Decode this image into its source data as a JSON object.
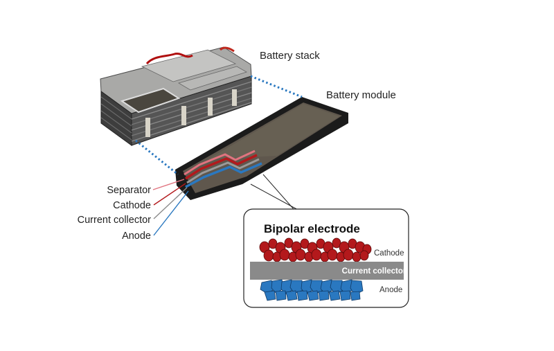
{
  "labels": {
    "battery_stack": "Battery stack",
    "battery_module": "Battery module",
    "separator": "Separator",
    "cathode": "Cathode",
    "current_collector": "Current collector",
    "anode": "Anode"
  },
  "inset": {
    "title": "Bipolar electrode",
    "cathode": "Cathode",
    "current_collector": "Current collector",
    "anode": "Anode"
  },
  "colors": {
    "cathode": "#b3191c",
    "anode": "#2a78c0",
    "separator": "#e1737f",
    "current_collector": "#8a8a8a",
    "dotted_line": "#2a78c0"
  }
}
